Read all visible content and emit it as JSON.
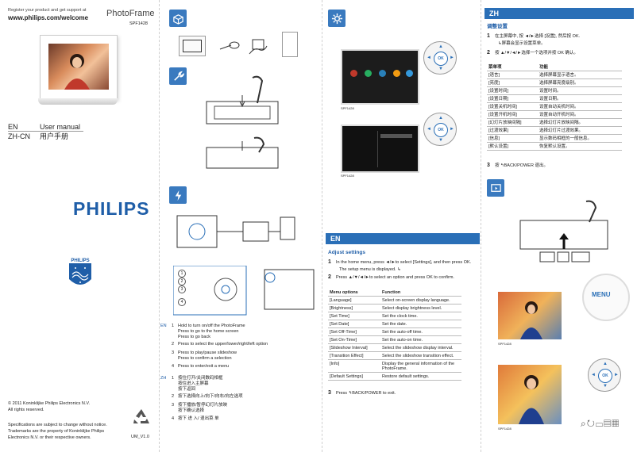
{
  "cover": {
    "register_line": "Register your product and get support at",
    "register_url": "www.philips.com/welcome",
    "product": "PhotoFrame",
    "model": "SPF1428",
    "brand": "PHILIPS",
    "langs": [
      {
        "code": "EN",
        "title": "User manual"
      },
      {
        "code": "ZH-CN",
        "title": "用户手册"
      }
    ],
    "copyright": "© 2011 Koninklijke Philips Electronics N.V.",
    "rights": "All rights reserved.",
    "spec1": "Specifications are subject to change without notice.",
    "spec2": "Trademarks are the property of Koninklijke Philips",
    "spec3": "Electronics N.V. or their respective owners.",
    "version": "UM_V1.0"
  },
  "callouts": {
    "en_label": "EN",
    "zh_label": "ZH",
    "numbers": [
      "1",
      "2",
      "3",
      "4"
    ],
    "en": [
      {
        "lines": [
          "Hold to turn on/off the PhotoFrame",
          "Press to go to the home screen",
          "Press to go back"
        ]
      },
      {
        "lines": [
          "Press to select the upper/lower/right/left option"
        ]
      },
      {
        "lines": [
          "Press to play/pause slideshow",
          "Press to confirm a selection"
        ]
      },
      {
        "lines": [
          "Press to enter/exit a menu"
        ]
      }
    ],
    "zh": [
      {
        "lines": [
          "按住打开/关闭数码相框",
          "按住进入主屏幕",
          "按下返回"
        ]
      },
      {
        "lines": [
          "按下选择向上/向下/向右/向左选项"
        ]
      },
      {
        "lines": [
          "按下播放/暂停幻灯片放映",
          "按下确认选择"
        ]
      },
      {
        "lines": [
          "按下 进 入/ 退出菜 单"
        ]
      }
    ]
  },
  "en_section": {
    "bar": "EN",
    "heading": "Adjust settings",
    "steps": [
      {
        "n": "1",
        "text": "In the home menu, press ◄/►to select [Settings], and then press OK.",
        "sub": "The setup menu is displayed. ↳"
      },
      {
        "n": "2",
        "text": "Press ▲/▼/◄/►to select an option and press OK to confirm.",
        "sub": ""
      },
      {
        "n": "3",
        "text": "Press ↰BACK/POWER to exit.",
        "sub": ""
      }
    ],
    "table_header": [
      "Menu options",
      "Function"
    ],
    "rows": [
      {
        "opt": "[Language]",
        "fn": "Select on-screen display language."
      },
      {
        "opt": "[Brightness]",
        "fn": "Select display brightness level."
      },
      {
        "opt": "[Set Time]",
        "fn": "Set the clock time."
      },
      {
        "opt": "[Set Date]",
        "fn": "Set the date."
      },
      {
        "opt": "[Set Off-Time]",
        "fn": "Set the auto-off time."
      },
      {
        "opt": "[Set On-Time]",
        "fn": "Set the auto-on time."
      },
      {
        "opt": "[Slideshow Interval]",
        "fn": "Select the slideshow display interval."
      },
      {
        "opt": "[Transition Effect]",
        "fn": "Select the slideshow transition effect."
      },
      {
        "opt": "[Info]",
        "fn": "Display the general information of the PhotoFrame."
      },
      {
        "opt": "[Default Settings]",
        "fn": "Restore default settings."
      }
    ]
  },
  "zh_section": {
    "bar": "ZH",
    "heading": "调整设置",
    "steps": [
      {
        "n": "1",
        "text": "在主屏幕中, 按 ◄/►选择 [设置], 然后按 OK.",
        "sub": "↳屏幕会显示设置菜单。"
      },
      {
        "n": "2",
        "text": "按 ▲/▼/◄/►选择一个选项并按 OK 确认。",
        "sub": ""
      },
      {
        "n": "3",
        "text": "按 ↰BACK/POWER 退出。",
        "sub": ""
      }
    ],
    "table_header": [
      "菜单项",
      "功能"
    ],
    "rows": [
      {
        "opt": "[语言]",
        "fn": "选择屏幕显示语言。"
      },
      {
        "opt": "[亮度]",
        "fn": "选择屏幕亮度级别。"
      },
      {
        "opt": "[设置时间]",
        "fn": "设置时间。"
      },
      {
        "opt": "[设置日期]",
        "fn": "设置日期。"
      },
      {
        "opt": "[设置关机时间]",
        "fn": "设置自动关机时间。"
      },
      {
        "opt": "[设置开机时间]",
        "fn": "设置自动开机时间。"
      },
      {
        "opt": "[幻灯片放映间隔]",
        "fn": "选择幻灯片放映间隔。"
      },
      {
        "opt": "[过渡效果]",
        "fn": "选择幻灯片过渡效果。"
      },
      {
        "opt": "[信息]",
        "fn": "显示数码相框的一般信息。"
      },
      {
        "opt": "[默认设置]",
        "fn": "恢复默认设置。"
      }
    ]
  },
  "fig_labels": {
    "ok": "OK",
    "menu": "MENU",
    "screen_tag": "SPF1428"
  },
  "icons": [
    "box-icon",
    "wrench-icon",
    "power-icon",
    "settings-gear-icon",
    "slideshow-icon",
    "recycle-icon",
    "philips-shield-icon"
  ],
  "colors": {
    "accent": "#2a6fb7",
    "brand": "#1f5ea8"
  }
}
